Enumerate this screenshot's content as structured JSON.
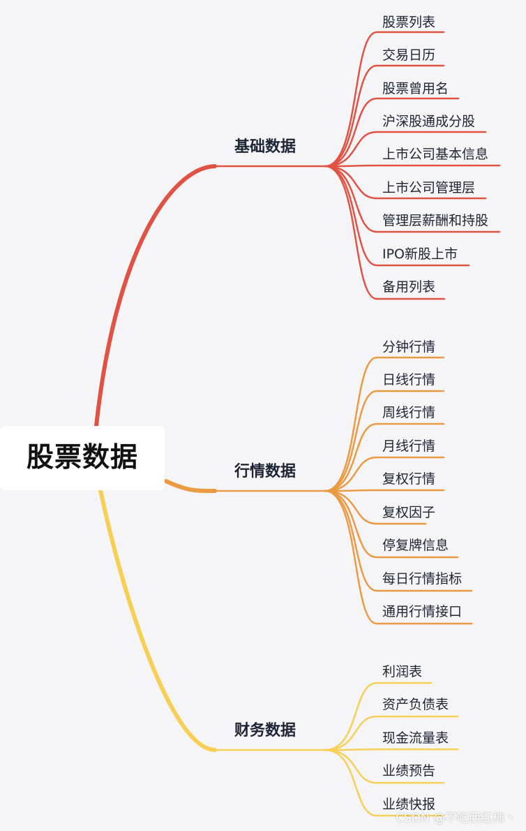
{
  "root": {
    "label": "股票数据"
  },
  "branches": [
    {
      "label": "基础数据",
      "color": "#e05244",
      "leaves": [
        "股票列表",
        "交易日历",
        "股票曾用名",
        "沪深股通成分股",
        "上市公司基本信息",
        "上市公司管理层",
        "管理层薪酬和持股",
        "IPO新股上市",
        "备用列表"
      ]
    },
    {
      "label": "行情数据",
      "color": "#ec9a42",
      "leaves": [
        "分钟行情",
        "日线行情",
        "周线行情",
        "月线行情",
        "复权行情",
        "复权因子",
        "停复牌信息",
        "每日行情指标",
        "通用行情接口"
      ]
    },
    {
      "label": "财务数据",
      "color": "#f7cf56",
      "leaves": [
        "利润表",
        "资产负债表",
        "现金流量表",
        "业绩预告",
        "业绩快报"
      ]
    }
  ],
  "watermark": "CSDN @不吃西红柿丶"
}
